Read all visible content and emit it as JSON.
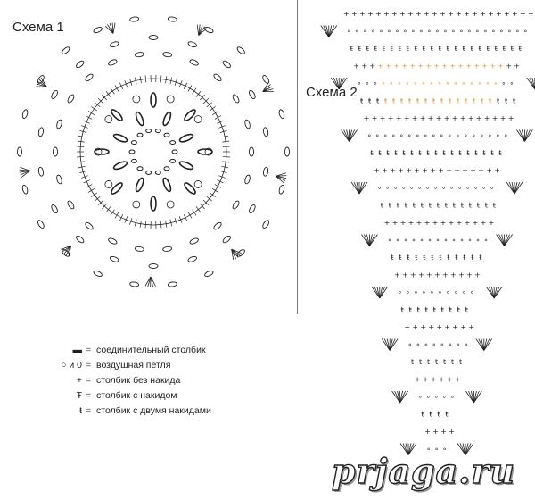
{
  "schemes": {
    "scheme1_title": "Схема 1",
    "scheme2_title": "Схема 2"
  },
  "legend": [
    {
      "symbol": "▬",
      "label": "соединительный столбик"
    },
    {
      "symbol": "○ и 0",
      "label": "воздушная петля"
    },
    {
      "symbol": "+",
      "label": "столбик без накида"
    },
    {
      "symbol": "Ŧ",
      "label": "столбик с накидом"
    },
    {
      "symbol": "ŧ",
      "label": "столбик с двумя накидами"
    }
  ],
  "legend_equals": "=",
  "watermark": "prjaga.ru",
  "colors": {
    "ink": "#222222",
    "accent": "#e39a3c"
  }
}
